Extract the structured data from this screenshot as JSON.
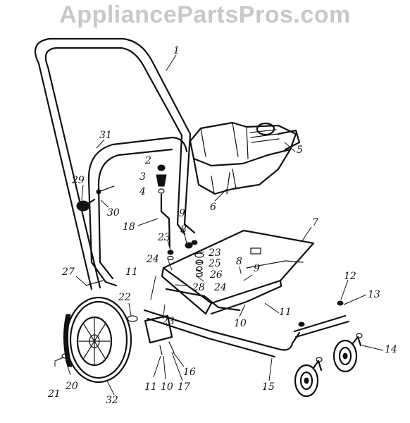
{
  "watermark": "AppliancePartsPros.com",
  "callouts": [
    {
      "id": "c1",
      "label": "1"
    },
    {
      "id": "c2",
      "label": "2"
    },
    {
      "id": "c3",
      "label": "3"
    },
    {
      "id": "c4",
      "label": "4"
    },
    {
      "id": "c5",
      "label": "5"
    },
    {
      "id": "c6",
      "label": "6"
    },
    {
      "id": "c7",
      "label": "7"
    },
    {
      "id": "c8a",
      "label": "8"
    },
    {
      "id": "c8b",
      "label": "8"
    },
    {
      "id": "c9a",
      "label": "9"
    },
    {
      "id": "c9b",
      "label": "9"
    },
    {
      "id": "c10a",
      "label": "10"
    },
    {
      "id": "c10b",
      "label": "10"
    },
    {
      "id": "c11a",
      "label": "11"
    },
    {
      "id": "c11b",
      "label": "11"
    },
    {
      "id": "c11c",
      "label": "11"
    },
    {
      "id": "c12",
      "label": "12"
    },
    {
      "id": "c13",
      "label": "13"
    },
    {
      "id": "c14",
      "label": "14"
    },
    {
      "id": "c15",
      "label": "15"
    },
    {
      "id": "c16",
      "label": "16"
    },
    {
      "id": "c17",
      "label": "17"
    },
    {
      "id": "c18",
      "label": "18"
    },
    {
      "id": "c20",
      "label": "20"
    },
    {
      "id": "c21",
      "label": "21"
    },
    {
      "id": "c22",
      "label": "22"
    },
    {
      "id": "c23a",
      "label": "23"
    },
    {
      "id": "c23b",
      "label": "23"
    },
    {
      "id": "c23c",
      "label": "23"
    },
    {
      "id": "c24a",
      "label": "24"
    },
    {
      "id": "c24b",
      "label": "24"
    },
    {
      "id": "c25",
      "label": "25"
    },
    {
      "id": "c26",
      "label": "26"
    },
    {
      "id": "c27",
      "label": "27"
    },
    {
      "id": "c28",
      "label": "28"
    },
    {
      "id": "c29",
      "label": "29"
    },
    {
      "id": "c30",
      "label": "30"
    },
    {
      "id": "c31",
      "label": "31"
    },
    {
      "id": "c32",
      "label": "32"
    }
  ]
}
